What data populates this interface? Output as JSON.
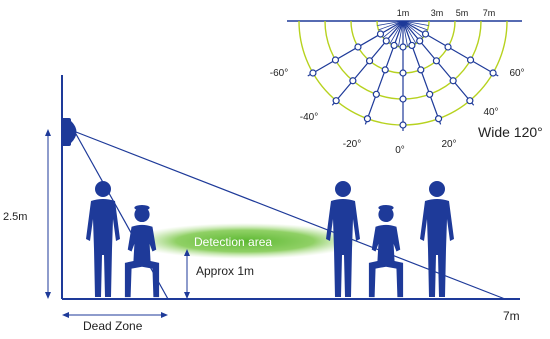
{
  "fan": {
    "distance_labels": [
      "1m",
      "3m",
      "5m",
      "7m"
    ],
    "angle_labels": [
      "-60°",
      "-40°",
      "-20°",
      "0°",
      "20°",
      "40°",
      "60°"
    ],
    "caption": "Wide 120°"
  },
  "side_view": {
    "height_label": "2.5m",
    "range_label": "7m",
    "detection_label": "Detection area",
    "approx_label": "Approx 1m",
    "dead_zone_label": "Dead Zone"
  },
  "colors": {
    "figure_blue": "#1e3a99",
    "line_blue": "#1e3a99",
    "ring_green": "#b7d21f",
    "detection_green": "#5cb832",
    "text_dark": "#222222"
  }
}
